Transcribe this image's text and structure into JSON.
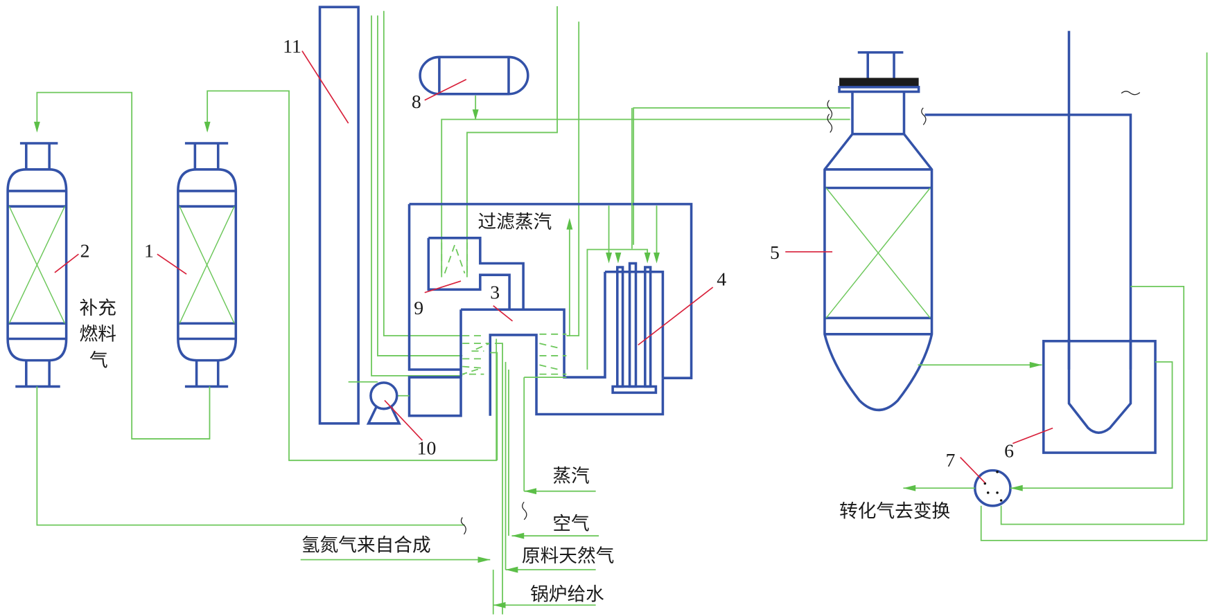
{
  "diagram": {
    "type": "process-flow",
    "subject": "natural gas steam reforming (primary/secondary reformer) flow",
    "colors": {
      "equipment": "#3352a8",
      "process_line": "#6cc75a",
      "leader_line": "#d8203a",
      "text": "#1a1a1a"
    },
    "equipment_labels": {
      "n1": "1",
      "n2": "2",
      "n3": "3",
      "n4": "4",
      "n5": "5",
      "n6": "6",
      "n7": "7",
      "n8": "8",
      "n9": "9",
      "n10": "10",
      "n11": "11"
    },
    "stream_labels": {
      "supplementary_fuel_line1": "补充",
      "supplementary_fuel_line2": "燃料",
      "supplementary_fuel_line3": "气",
      "filtered_steam": "过滤蒸汽",
      "steam": "蒸汽",
      "air": "空气",
      "feed_natural_gas": "原料天然气",
      "boiler_feed_water": "锅炉给水",
      "h2n2_from_synthesis": "氢氮气来自合成",
      "reformed_gas_to_shift": "转化气去变换"
    }
  }
}
